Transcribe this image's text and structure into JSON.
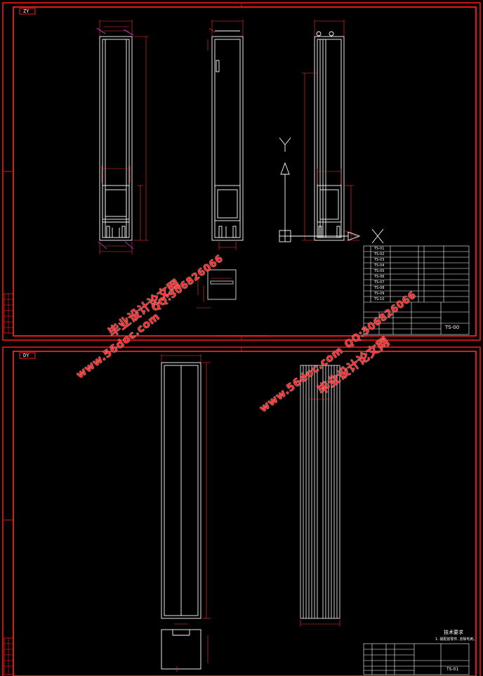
{
  "sheets": [
    {
      "label": "ZY",
      "drawing_no": "TS-00"
    },
    {
      "label": "DY",
      "drawing_no": "TS-01"
    }
  ],
  "title_block_top": {
    "code": "TS-00",
    "rows": [
      "TS-01",
      "TS-02",
      "TS-03",
      "TS-04",
      "TS-05",
      "TS-06",
      "TS-07",
      "TS-08",
      "TS-09",
      "TS-10"
    ]
  },
  "title_block_bottom": {
    "tech_req_title": "技术要求",
    "tech_req_line": "1. 装配前零件, 去除毛刺。",
    "code": "TS-01"
  },
  "axis_labels": {
    "y": "Y",
    "x": "X"
  },
  "watermarks": [
    {
      "text": "毕业设计论文网",
      "id": "wm-cn-1"
    },
    {
      "text": "www.56doc.com",
      "id": "wm-url-1"
    },
    {
      "text": "QQ:306826066",
      "id": "wm-qq-1"
    },
    {
      "text": "www.56doc.com",
      "id": "wm-url-2"
    },
    {
      "text": "QQ:306826066",
      "id": "wm-qq-2"
    },
    {
      "text": "毕业设计论文网",
      "id": "wm-cn-2"
    }
  ],
  "colors": {
    "frame": "#ff1a1a",
    "line": "#ffffff",
    "dim": "#ff3030",
    "accent": "#e040e0"
  }
}
